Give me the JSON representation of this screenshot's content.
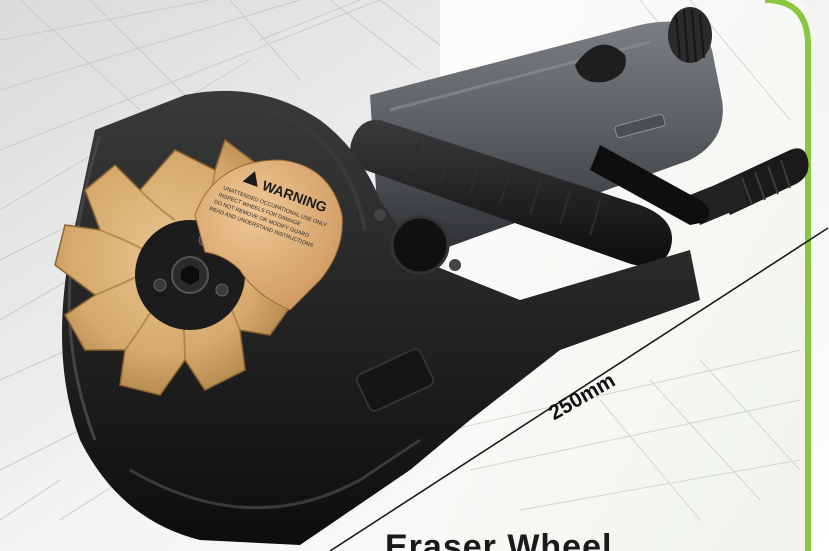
{
  "dimension": {
    "label": "250mm"
  },
  "warning_label": {
    "title": "WARNING",
    "lines": [
      "UNATTENDED OCCUPATIONAL USE ONLY",
      "INSPECT WHEELS FOR DAMAGE",
      "DO NOT REMOVE OR MODIFY GUARD",
      "READ AND UNDERSTAND INSTRUCTIONS"
    ]
  },
  "bottom_heading": {
    "text": "Eraser Wheel"
  },
  "colors": {
    "frame_green": "#8cc63f",
    "eraser_wheel": "#d4a86a",
    "warning_decal": "#e2b07c",
    "tool_body": "#1c1c1c",
    "handle_grey": "#5e6166"
  },
  "icons": [
    "warning-triangle-icon"
  ]
}
